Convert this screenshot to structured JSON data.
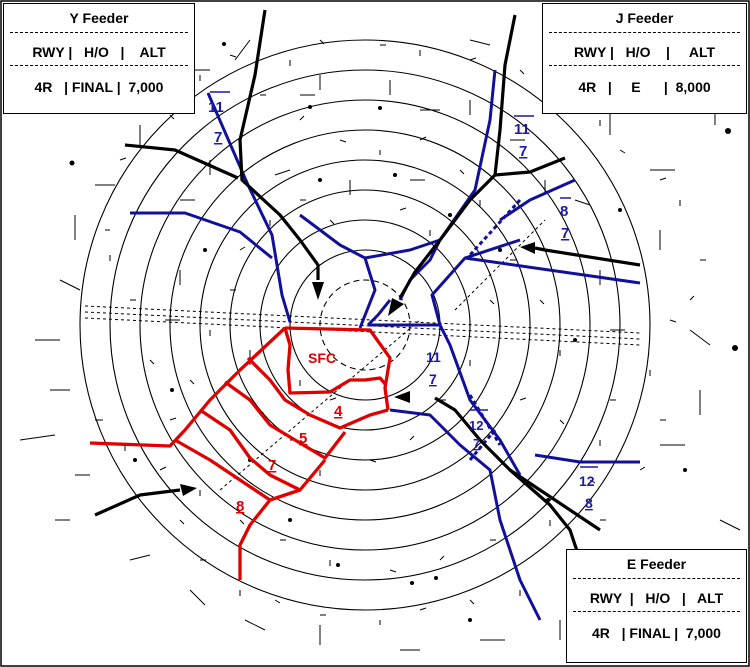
{
  "feeders": {
    "y": {
      "title": "Y Feeder",
      "header": "RWY |   H/O   |    ALT",
      "values": "4R   | FINAL |  7,000"
    },
    "j": {
      "title": "J Feeder",
      "header": "RWY |   H/O    |     ALT",
      "values": "4R   |     E      |  8,000"
    },
    "e": {
      "title": "E Feeder",
      "header": "RWY  |   H/O   |   ALT",
      "values": "4R   | FINAL |  7,000"
    }
  },
  "labels": {
    "sfc": "SFC",
    "red_4": "4",
    "red_5": "5",
    "red_7": "7",
    "red_8": "8",
    "blue_y": {
      "top": "11",
      "bottom": "7"
    },
    "blue_j": {
      "top": "11",
      "bottom": "7"
    },
    "blue_e": {
      "top": "8",
      "bottom": "7"
    },
    "blue_c": {
      "top": "11",
      "bottom": "7"
    },
    "blue_d": {
      "top": "12",
      "bottom": "7"
    },
    "blue_f": {
      "top": "12",
      "bottom": "8"
    }
  },
  "colors": {
    "red_sector": "#e00000",
    "blue_sector": "#10109a",
    "feeder_route": "#000000"
  }
}
